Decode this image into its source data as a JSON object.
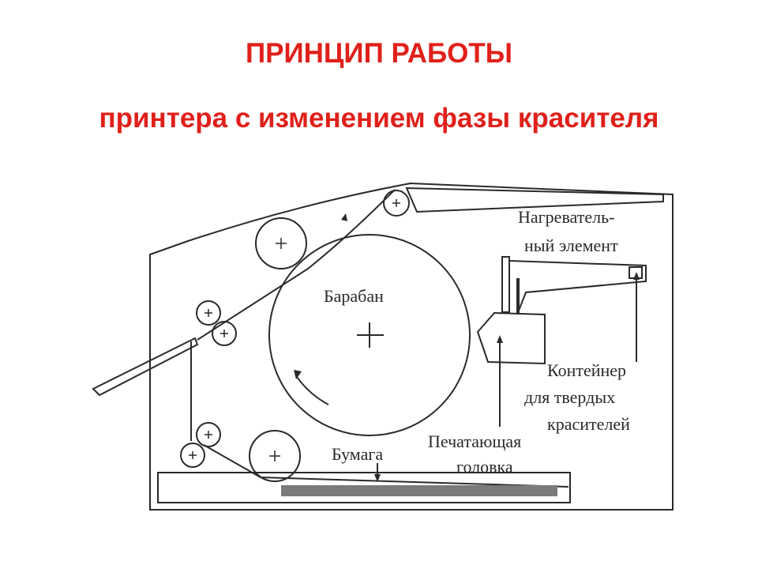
{
  "slide": {
    "title": "ПРИНЦИП РАБОТЫ",
    "subtitle": "принтера с изменением фазы красителя"
  },
  "diagram": {
    "labels": {
      "drum": "Барабан",
      "heater_line1": "Нагреватель-",
      "heater_line2": "ный элемент",
      "container_line1": "Контейнер",
      "container_line2": "для твердых",
      "container_line3": "красителей",
      "head_line1": "Печатающая",
      "head_line2": "головка",
      "paper": "Бумага"
    },
    "colors": {
      "title": "#e0201a",
      "line": "#2a2a2a",
      "paper_stack": "#7a7a7a"
    }
  }
}
